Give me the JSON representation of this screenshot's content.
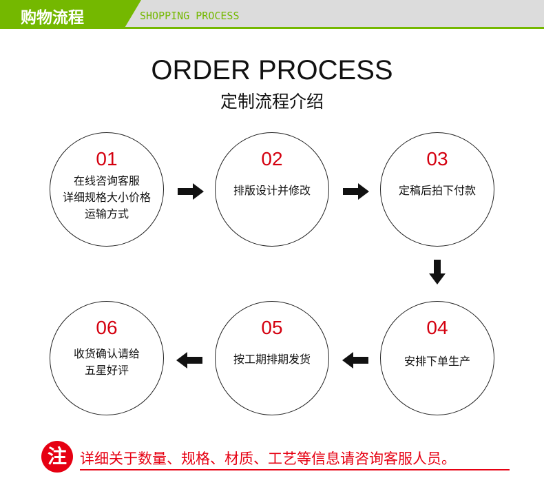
{
  "header": {
    "title_cn": "购物流程",
    "title_en": "SHOPPING PROCESS"
  },
  "title": "ORDER PROCESS",
  "subtitle": "定制流程介绍",
  "steps": [
    {
      "num": "01",
      "lines": [
        "在线咨询客服",
        "详细规格大小价格",
        "运输方式"
      ]
    },
    {
      "num": "02",
      "lines": [
        "排版设计并修改"
      ]
    },
    {
      "num": "03",
      "lines": [
        "定稿后拍下付款"
      ]
    },
    {
      "num": "04",
      "lines": [
        "安排下单生产"
      ]
    },
    {
      "num": "05",
      "lines": [
        "按工期排期发货"
      ]
    },
    {
      "num": "06",
      "lines": [
        "收货确认请给",
        "五星好评"
      ]
    }
  ],
  "note": {
    "icon": "注",
    "text": "详细关于数量、规格、材质、工艺等信息请咨询客服人员。"
  },
  "colors": {
    "green": "#74b800",
    "red": "#e60012"
  }
}
